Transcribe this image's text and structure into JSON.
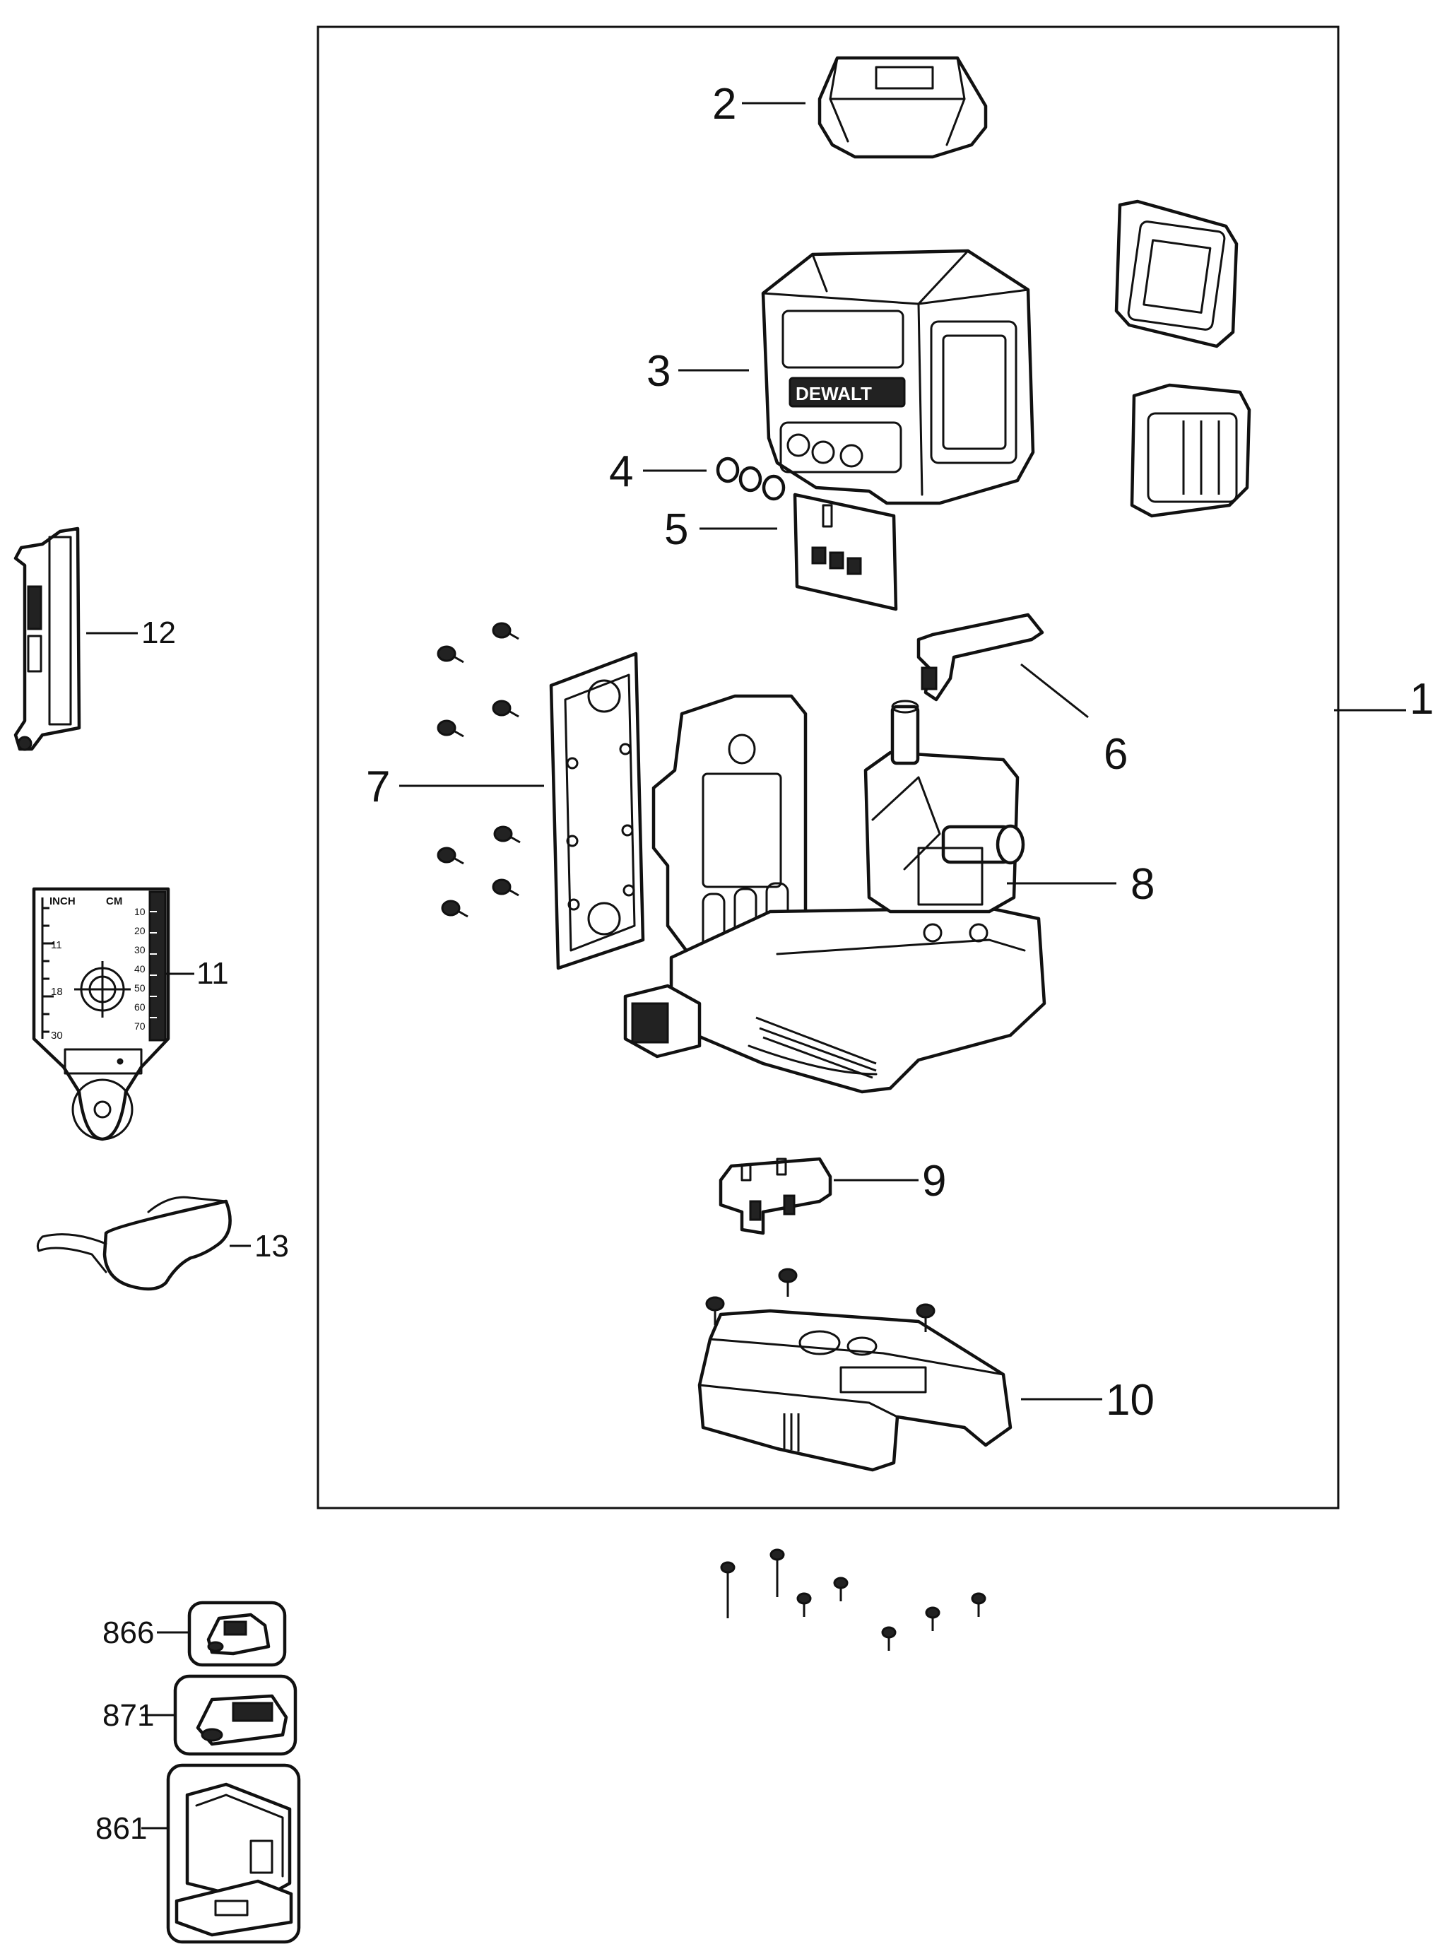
{
  "callouts": {
    "c1": "1",
    "c2": "2",
    "c3": "3",
    "c4": "4",
    "c5": "5",
    "c6": "6",
    "c7": "7",
    "c8": "8",
    "c9": "9",
    "c10": "10",
    "c11": "11",
    "c12": "12",
    "c13": "13",
    "c866": "866",
    "c871": "871",
    "c861": "861"
  },
  "target_scale": {
    "inch_label": "INCH",
    "cm_label": "CM",
    "inch_ticks": [
      "11",
      "18",
      "30"
    ],
    "cm_ticks": [
      "10",
      "20",
      "30",
      "40",
      "50",
      "60",
      "70"
    ]
  },
  "housing_logo": "DEWALT"
}
